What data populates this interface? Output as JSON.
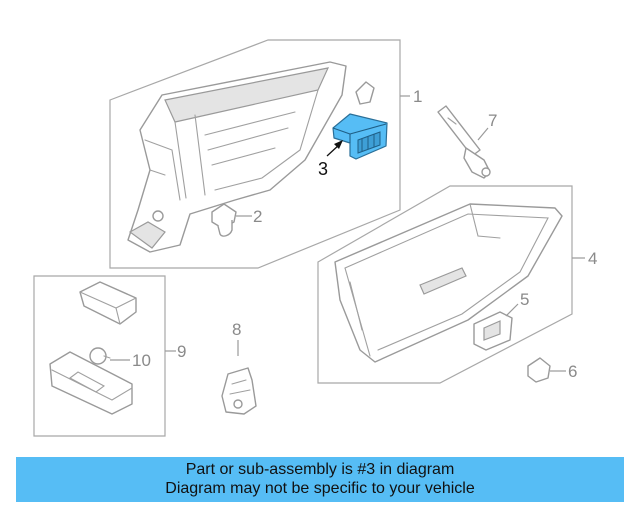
{
  "callouts": {
    "c1": "1",
    "c2": "2",
    "c3": "3",
    "c4": "4",
    "c5": "5",
    "c6": "6",
    "c7": "7",
    "c8": "8",
    "c9": "9",
    "c10": "10"
  },
  "highlight_color": "#56bdf5",
  "banner": {
    "line1": "Part or sub-assembly is #3 in diagram",
    "line2": "Diagram may not be specific to your vehicle",
    "background": "#56bdf5"
  }
}
